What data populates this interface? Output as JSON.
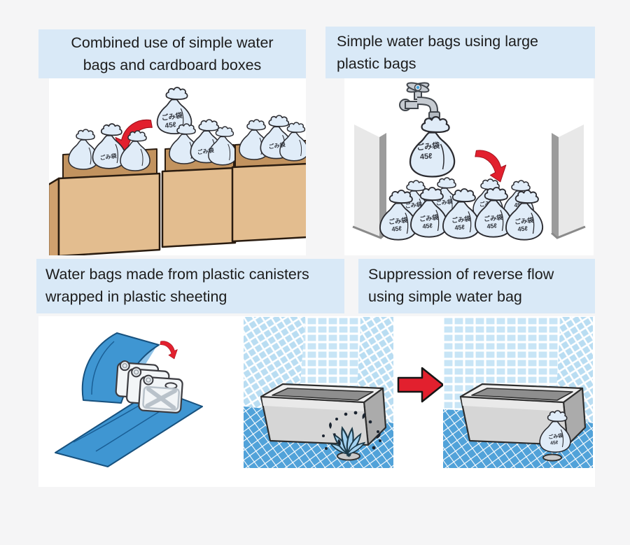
{
  "page": {
    "background": "#f5f5f6",
    "card_background": "#ffffff"
  },
  "colors": {
    "page-bg": "#f5f5f6",
    "title-bg": "#d9e9f7",
    "red": "#e2202e",
    "tarp": "#3f96d2",
    "tarp-dark": "#17517e",
    "cardboard": "#e3bd8f",
    "cardboard-side": "#d0a06e",
    "cardboard-inner": "#c2935f",
    "bag-fill": "#e0ecf8",
    "bag-stroke": "#2b2b30",
    "tile": "#c8e5f6",
    "tile-diag": "#b9ddf2",
    "floor": "#51a2d9",
    "wall-gray": "#e8e8e8",
    "wall-gray-dark": "#9c9c9c",
    "splash": "#a4d2f0",
    "water": "#c3ddf1",
    "metal": "#c6cbd1",
    "metal-dark": "#41464c"
  },
  "panels": [
    {
      "title": "Combined use of simple water bags and cardboard boxes"
    },
    {
      "title": "Simple water bags using large plastic bags"
    },
    {
      "title": "Water bags made from plastic canisters wrapped in plastic sheeting"
    },
    {
      "title": "Suppression of reverse flow using simple water bag"
    }
  ],
  "bag": {
    "label": "ごみ袋",
    "size": "45ℓ"
  }
}
